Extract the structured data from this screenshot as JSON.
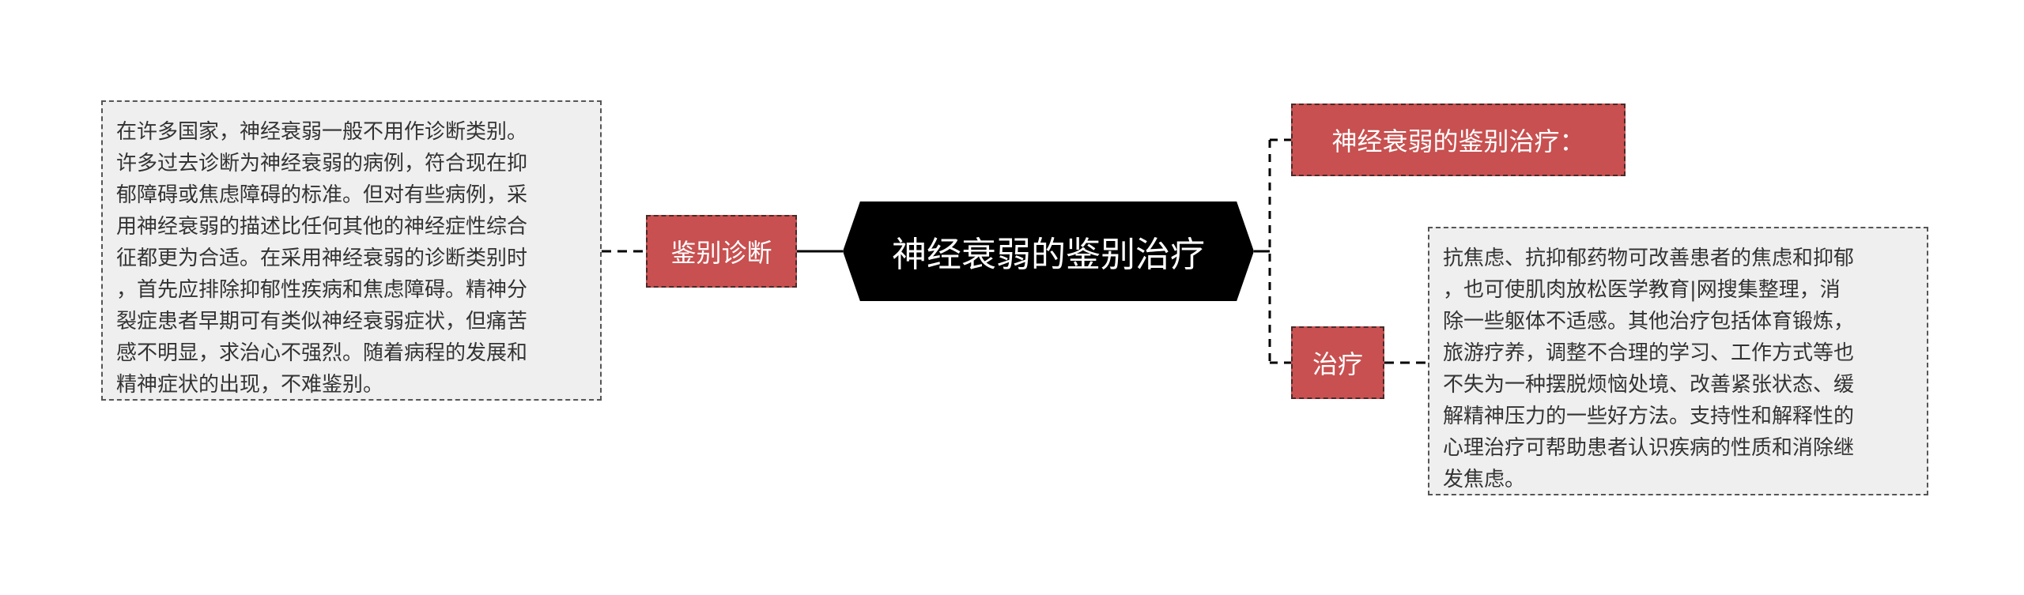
{
  "central": {
    "label": "神经衰弱的鉴别治疗"
  },
  "left_branch": {
    "label": "鉴别诊断",
    "detail_lines": [
      "在许多国家，神经衰弱一般不用作诊断类别。",
      "许多过去诊断为神经衰弱的病例，符合现在抑",
      "郁障碍或焦虑障碍的标准。但对有些病例，采",
      "用神经衰弱的描述比任何其他的神经症性综合",
      "征都更为合适。在采用神经衰弱的诊断类别时",
      "，首先应排除抑郁性疾病和焦虑障碍。精神分",
      "裂症患者早期可有类似神经衰弱症状，但痛苦",
      "感不明显，求治心不强烈。随着病程的发展和",
      "精神症状的出现，不难鉴别。"
    ]
  },
  "right_branches": [
    {
      "label": "神经衰弱的鉴别治疗："
    },
    {
      "label": "治疗",
      "detail_lines": [
        "抗焦虑、抗抑郁药物可改善患者的焦虑和抑郁",
        "，也可使肌肉放松医学教育|网搜集整理，消",
        "除一些躯体不适感。其他治疗包括体育锻炼，",
        "旅游疗养，调整不合理的学习、工作方式等也",
        "不失为一种摆脱烦恼处境、改善紧张状态、缓",
        "解精神压力的一些好方法。支持性和解释性的",
        "心理治疗可帮助患者认识疾病的性质和消除继",
        "发焦虑。"
      ]
    }
  ],
  "colors": {
    "central_fill": "#000000",
    "tag_fill": "#c85050",
    "detail_fill": "#efefef",
    "connector": "#000000"
  }
}
